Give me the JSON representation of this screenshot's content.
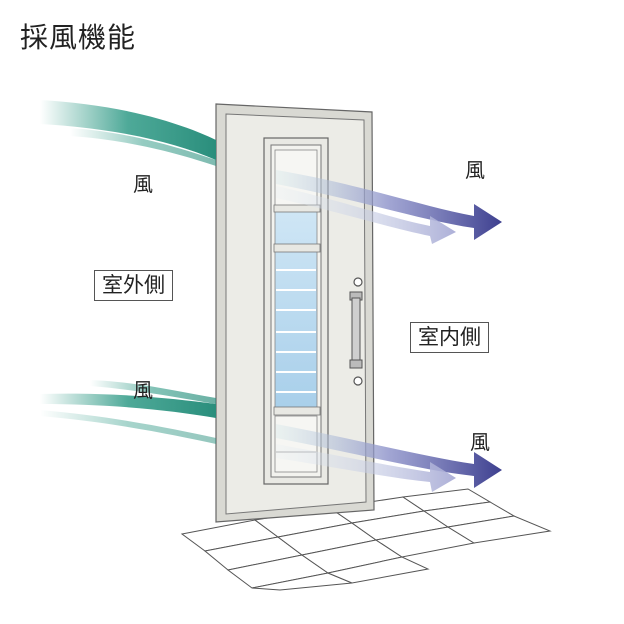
{
  "title": "採風機能",
  "labels": {
    "wind_upper_left": "風",
    "wind_lower_left": "風",
    "wind_upper_right": "風",
    "wind_lower_right": "風",
    "outdoor_side": "室外側",
    "indoor_side": "室内側"
  },
  "colors": {
    "wind_outside": "#2f9a86",
    "wind_inside": "#3d3f8f",
    "door": "#e6e6e0",
    "glass": "#bcdcf2"
  }
}
